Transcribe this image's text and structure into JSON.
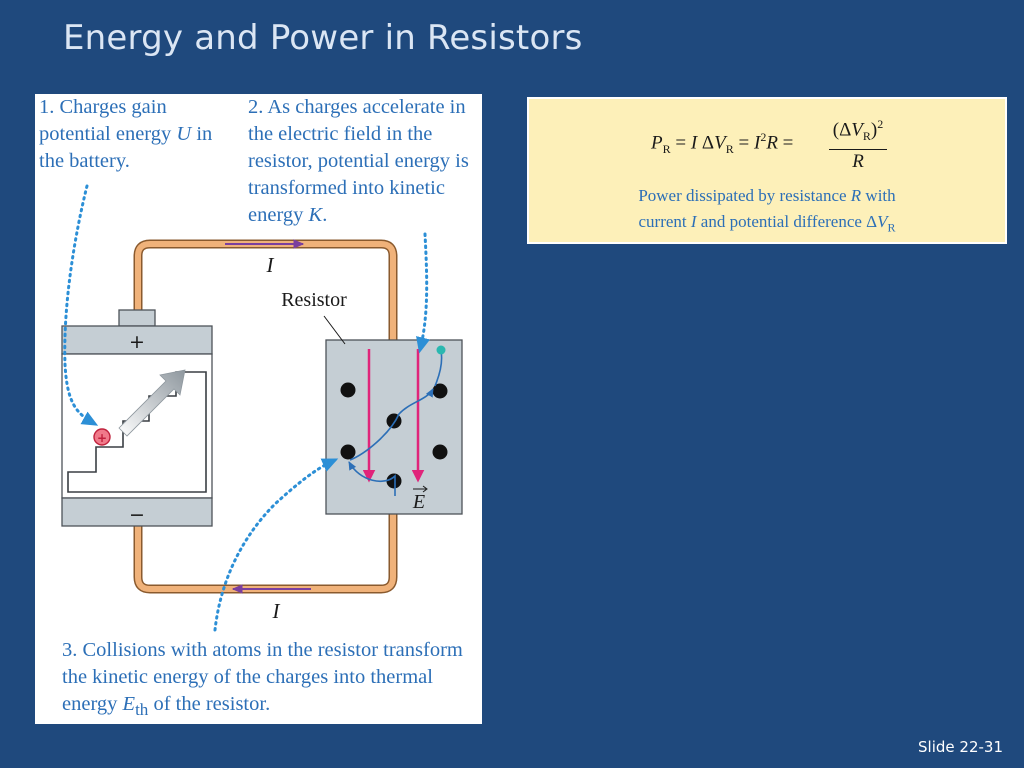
{
  "slide": {
    "title": "Energy and Power in Resistors",
    "number": "Slide 22-31"
  },
  "figure": {
    "caption1": {
      "num": "1.",
      "text1": "Charges gain potential energy",
      "var": "U",
      "text2": "in the battery."
    },
    "caption2": {
      "num": "2.",
      "text1": "As charges accelerate in the electric field in the resistor, potential energy is transformed into kinetic energy",
      "var": "K",
      "end": "."
    },
    "caption3": {
      "num": "3.",
      "text1": "Collisions with atoms in the resistor transform the kinetic energy of the charges into thermal energy",
      "var": "E",
      "sub": "th",
      "text2": "of the resistor."
    },
    "current_label_top": "I",
    "current_label_bottom": "I",
    "resistor_label": "Resistor",
    "battery_plus": "+",
    "battery_minus": "−",
    "field_label": "E",
    "charge_sign": "+"
  },
  "formula": {
    "p": "P",
    "p_sub": "R",
    "eq1": "=",
    "i1": "I",
    "delta1": "Δ",
    "v1": "V",
    "v1_sub": "R",
    "eq2": "=",
    "i2": "I",
    "i2_sup": "2",
    "r1": "R",
    "eq3": "=",
    "num_open": "(Δ",
    "num_v": "V",
    "num_sub": "R",
    "num_close": ")",
    "num_sup": "2",
    "den_r": "R",
    "caption_line1_text": "Power dissipated by resistance",
    "caption_line1_var": "R",
    "caption_line1_end": "with",
    "caption_line2_text1": "current",
    "caption_line2_var": "I",
    "caption_line2_text2": "and potential difference",
    "caption_line2_delta": "Δ",
    "caption_line2_v": "V",
    "caption_line2_sub": "R"
  },
  "colors": {
    "background": "#1f497d",
    "wire": "#f0b27a",
    "current_arrow": "#7b3f9e",
    "field_arrow": "#e0247a",
    "charge_path": "#2c6fb7",
    "panel_gray": "#c5ced4",
    "formula_bg": "#fdf0b9"
  }
}
